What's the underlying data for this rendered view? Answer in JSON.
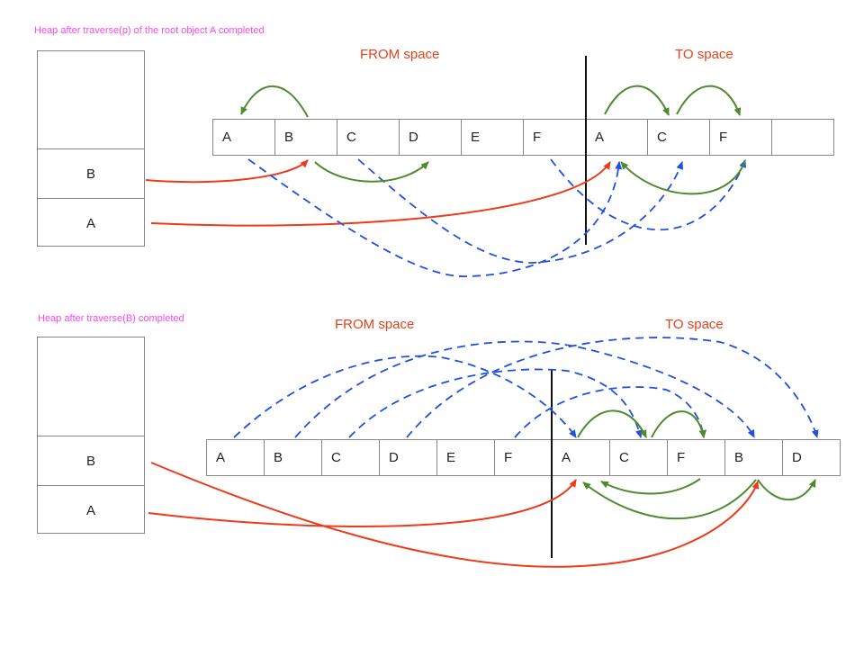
{
  "colors": {
    "caption": "#ff44ee",
    "space_label": "#e8401c",
    "root_pointer": "#ee3a1c",
    "forwarding_pointer": "#2050e0",
    "field_pointer": "#4f8a2f",
    "divider": "#111111"
  },
  "top": {
    "caption": "Heap after traverse(p) of the root object A completed",
    "from_label": "FROM space",
    "to_label": "TO space",
    "stack_slots": [
      "B",
      "A"
    ],
    "heap_cells": [
      "A",
      "B",
      "C",
      "D",
      "E",
      "F",
      "A",
      "C",
      "F",
      ""
    ]
  },
  "bottom": {
    "caption": "Heap after traverse(B) completed",
    "from_label": "FROM space",
    "to_label": "TO space",
    "stack_slots": [
      "B",
      "A"
    ],
    "heap_cells": [
      "A",
      "B",
      "C",
      "D",
      "E",
      "F",
      "A",
      "C",
      "F",
      "B",
      "D"
    ]
  }
}
